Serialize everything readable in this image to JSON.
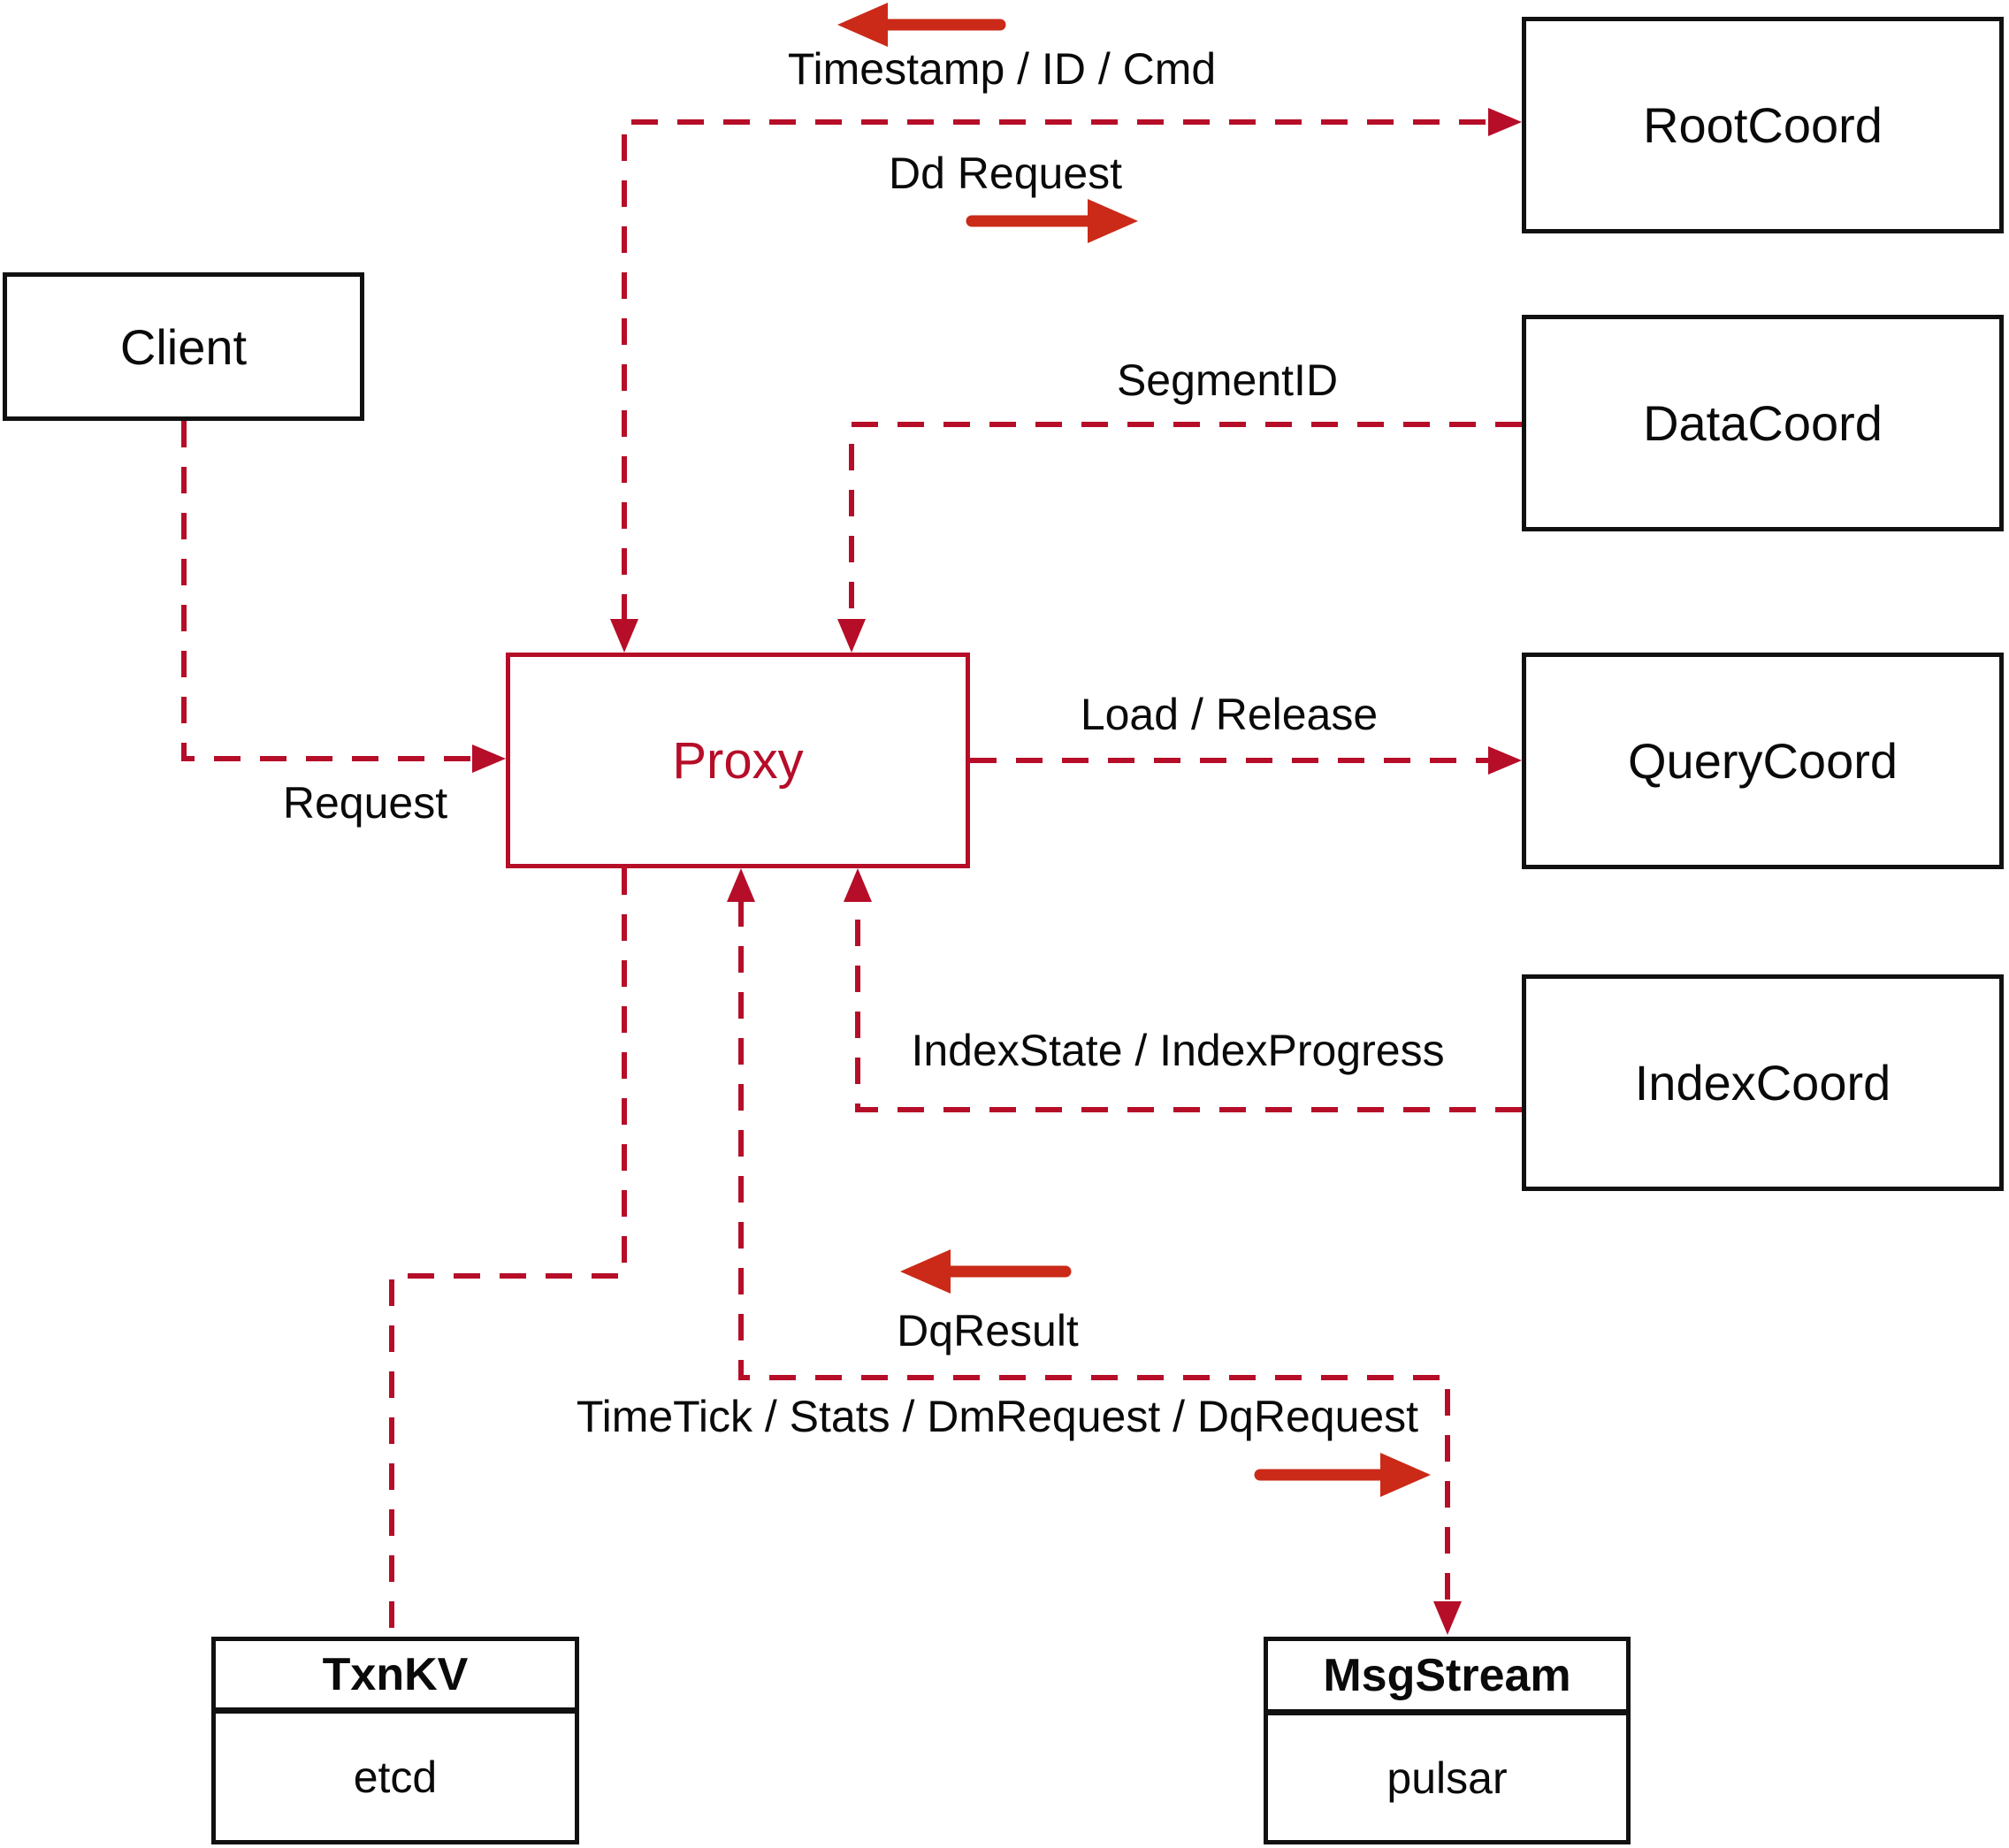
{
  "diagram": {
    "colors": {
      "dashed_line_red": "#b60d28",
      "solid_arrow_red": "#ca2a17",
      "box_border_black": "#111111",
      "text_black": "#0a0a0a",
      "background": "#ffffff"
    },
    "nodes": {
      "client": {
        "label": "Client"
      },
      "proxy": {
        "label": "Proxy"
      },
      "root_coord": {
        "label": "RootCoord"
      },
      "data_coord": {
        "label": "DataCoord"
      },
      "query_coord": {
        "label": "QueryCoord"
      },
      "index_coord": {
        "label": "IndexCoord"
      },
      "txn_kv": {
        "title": "TxnKV",
        "impl": "etcd"
      },
      "msg_stream": {
        "title": "MsgStream",
        "impl": "pulsar"
      }
    },
    "edge_labels": {
      "timestamp_id_cmd": "Timestamp / ID / Cmd",
      "dd_request": "Dd Request",
      "segment_id": "SegmentID",
      "load_release": "Load / Release",
      "index_state_progress": "IndexState / IndexProgress",
      "dq_result": "DqResult",
      "timetick_stats": "TimeTick / Stats / DmRequest / DqRequest",
      "request": "Request"
    }
  }
}
